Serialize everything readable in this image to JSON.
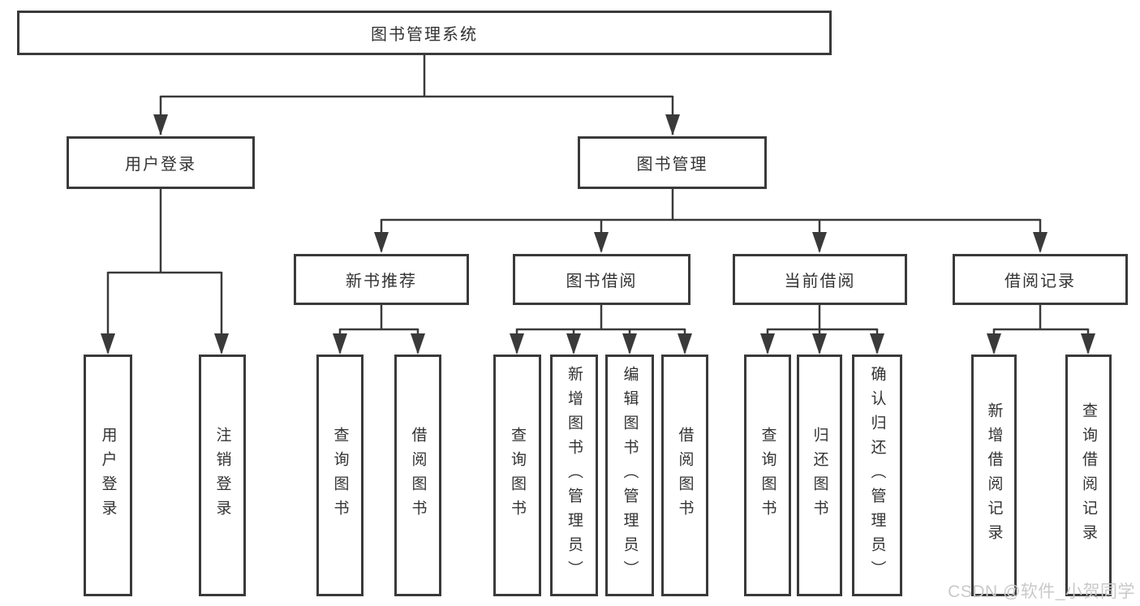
{
  "page": {
    "background": "#ffffff",
    "watermark": "CSDN @软件_小贺同学"
  },
  "diagram": {
    "type": "hierarchy",
    "line_color": "#3a3a3a",
    "box_border_color": "#3a3a3a",
    "text_color": "#333333",
    "root": {
      "label": "图书管理系统"
    },
    "level2": [
      {
        "label": "用户登录",
        "parent": "图书管理系统"
      },
      {
        "label": "图书管理",
        "parent": "图书管理系统"
      }
    ],
    "level3": [
      {
        "label": "新书推荐",
        "parent": "图书管理"
      },
      {
        "label": "图书借阅",
        "parent": "图书管理"
      },
      {
        "label": "当前借阅",
        "parent": "图书管理"
      },
      {
        "label": "借阅记录",
        "parent": "图书管理"
      }
    ],
    "level4": [
      {
        "label": "用户登录",
        "parent": "用户登录"
      },
      {
        "label": "注销登录",
        "parent": "用户登录"
      },
      {
        "label": "查询图书",
        "parent": "新书推荐"
      },
      {
        "label": "借阅图书",
        "parent": "新书推荐"
      },
      {
        "label": "查询图书",
        "parent": "图书借阅"
      },
      {
        "label": "新增图书（管理员）",
        "parent": "图书借阅"
      },
      {
        "label": "编辑图书（管理员）",
        "parent": "图书借阅"
      },
      {
        "label": "借阅图书",
        "parent": "图书借阅"
      },
      {
        "label": "查询图书",
        "parent": "当前借阅"
      },
      {
        "label": "归还图书",
        "parent": "当前借阅"
      },
      {
        "label": "确认归还（管理员）",
        "parent": "当前借阅"
      },
      {
        "label": "新增借阅记录",
        "parent": "借阅记录"
      },
      {
        "label": "查询借阅记录",
        "parent": "借阅记录"
      }
    ]
  }
}
